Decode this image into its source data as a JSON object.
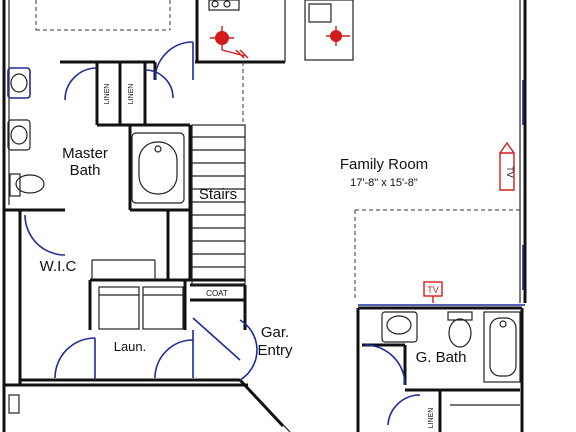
{
  "rooms": {
    "master_bath_line1": "Master",
    "master_bath_line2": "Bath",
    "stairs": "Stairs",
    "family_room": "Family Room",
    "family_room_dims": "17'-8\" x 15'-8\"",
    "wic": "W.I.C",
    "laundry": "Laun.",
    "garage_entry_line1": "Gar.",
    "garage_entry_line2": "Entry",
    "guest_bath": "G. Bath"
  },
  "closets": {
    "linen_1": "LINEN",
    "linen_2": "LINEN",
    "coat": "COAT",
    "linen_3": "LINEN"
  },
  "symbols": {
    "tv_upper": "TV",
    "tv_lower": "TV"
  },
  "colors": {
    "walls": "#111111",
    "door_swings": "#1f2a9a",
    "electrical": "#d21c1c"
  }
}
